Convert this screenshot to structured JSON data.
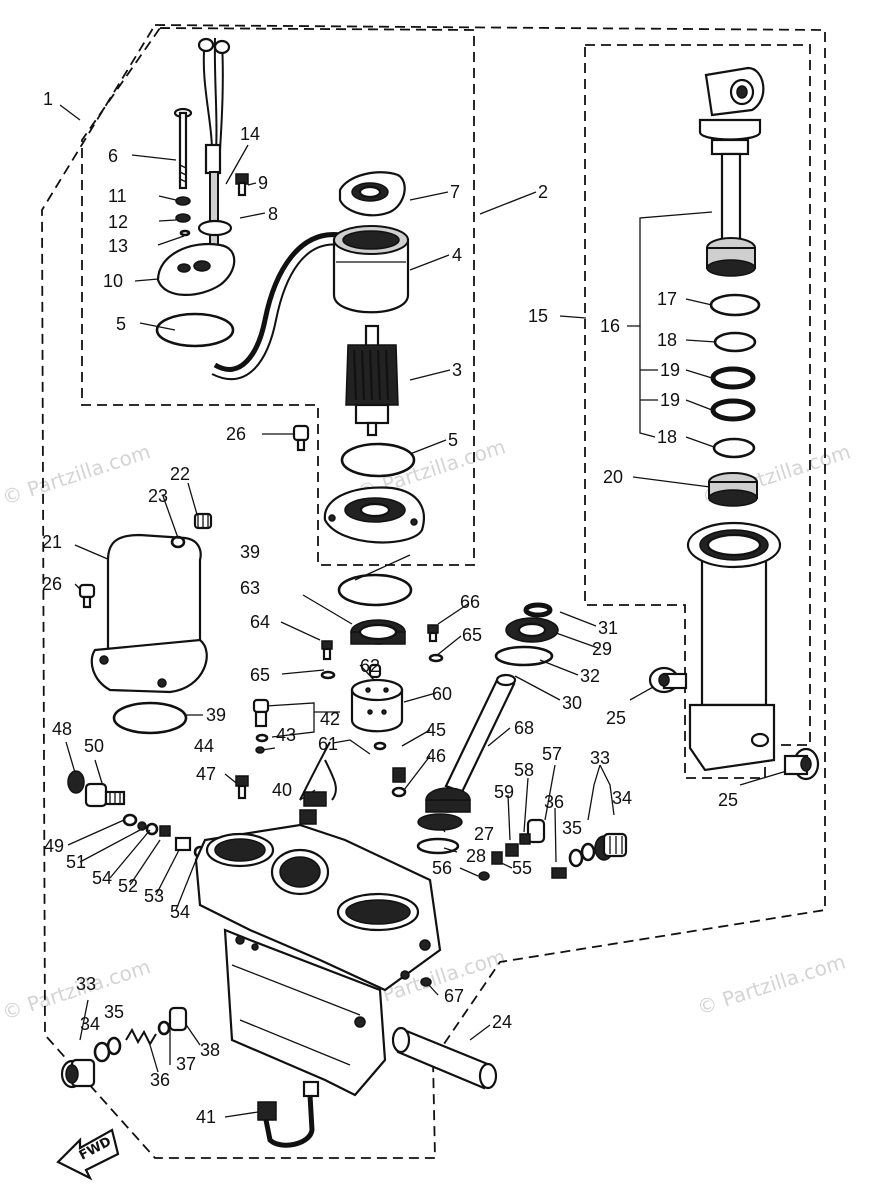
{
  "watermark": "© Partzilla.com",
  "fwd_label": "FWD",
  "callouts": [
    {
      "id": "c1",
      "text": "1"
    },
    {
      "id": "c2",
      "text": "2"
    },
    {
      "id": "c3",
      "text": "3"
    },
    {
      "id": "c4",
      "text": "4"
    },
    {
      "id": "c5a",
      "text": "5"
    },
    {
      "id": "c5b",
      "text": "5"
    },
    {
      "id": "c6",
      "text": "6"
    },
    {
      "id": "c7",
      "text": "7"
    },
    {
      "id": "c8",
      "text": "8"
    },
    {
      "id": "c9",
      "text": "9"
    },
    {
      "id": "c10",
      "text": "10"
    },
    {
      "id": "c11",
      "text": "11"
    },
    {
      "id": "c12",
      "text": "12"
    },
    {
      "id": "c13",
      "text": "13"
    },
    {
      "id": "c14",
      "text": "14"
    },
    {
      "id": "c15",
      "text": "15"
    },
    {
      "id": "c16",
      "text": "16"
    },
    {
      "id": "c17",
      "text": "17"
    },
    {
      "id": "c18a",
      "text": "18"
    },
    {
      "id": "c18b",
      "text": "18"
    },
    {
      "id": "c19a",
      "text": "19"
    },
    {
      "id": "c19b",
      "text": "19"
    },
    {
      "id": "c20",
      "text": "20"
    },
    {
      "id": "c21",
      "text": "21"
    },
    {
      "id": "c22",
      "text": "22"
    },
    {
      "id": "c23",
      "text": "23"
    },
    {
      "id": "c24",
      "text": "24"
    },
    {
      "id": "c25a",
      "text": "25"
    },
    {
      "id": "c25b",
      "text": "25"
    },
    {
      "id": "c26a",
      "text": "26"
    },
    {
      "id": "c26b",
      "text": "26"
    },
    {
      "id": "c27",
      "text": "27"
    },
    {
      "id": "c28",
      "text": "28"
    },
    {
      "id": "c29",
      "text": "29"
    },
    {
      "id": "c30",
      "text": "30"
    },
    {
      "id": "c31",
      "text": "31"
    },
    {
      "id": "c32",
      "text": "32"
    },
    {
      "id": "c33a",
      "text": "33"
    },
    {
      "id": "c33b",
      "text": "33"
    },
    {
      "id": "c34a",
      "text": "34"
    },
    {
      "id": "c34b",
      "text": "34"
    },
    {
      "id": "c35a",
      "text": "35"
    },
    {
      "id": "c35b",
      "text": "35"
    },
    {
      "id": "c36a",
      "text": "36"
    },
    {
      "id": "c36b",
      "text": "36"
    },
    {
      "id": "c37",
      "text": "37"
    },
    {
      "id": "c38",
      "text": "38"
    },
    {
      "id": "c39a",
      "text": "39"
    },
    {
      "id": "c39b",
      "text": "39"
    },
    {
      "id": "c40",
      "text": "40"
    },
    {
      "id": "c41",
      "text": "41"
    },
    {
      "id": "c42",
      "text": "42"
    },
    {
      "id": "c43",
      "text": "43"
    },
    {
      "id": "c44",
      "text": "44"
    },
    {
      "id": "c45",
      "text": "45"
    },
    {
      "id": "c46",
      "text": "46"
    },
    {
      "id": "c47",
      "text": "47"
    },
    {
      "id": "c48",
      "text": "48"
    },
    {
      "id": "c49",
      "text": "49"
    },
    {
      "id": "c50",
      "text": "50"
    },
    {
      "id": "c51",
      "text": "51"
    },
    {
      "id": "c52",
      "text": "52"
    },
    {
      "id": "c53",
      "text": "53"
    },
    {
      "id": "c54a",
      "text": "54"
    },
    {
      "id": "c54b",
      "text": "54"
    },
    {
      "id": "c55",
      "text": "55"
    },
    {
      "id": "c56",
      "text": "56"
    },
    {
      "id": "c57",
      "text": "57"
    },
    {
      "id": "c58",
      "text": "58"
    },
    {
      "id": "c59",
      "text": "59"
    },
    {
      "id": "c60",
      "text": "60"
    },
    {
      "id": "c61",
      "text": "61"
    },
    {
      "id": "c62",
      "text": "62"
    },
    {
      "id": "c63",
      "text": "63"
    },
    {
      "id": "c64",
      "text": "64"
    },
    {
      "id": "c65a",
      "text": "65"
    },
    {
      "id": "c65b",
      "text": "65"
    },
    {
      "id": "c66",
      "text": "66"
    },
    {
      "id": "c67",
      "text": "67"
    },
    {
      "id": "c68",
      "text": "68"
    }
  ]
}
